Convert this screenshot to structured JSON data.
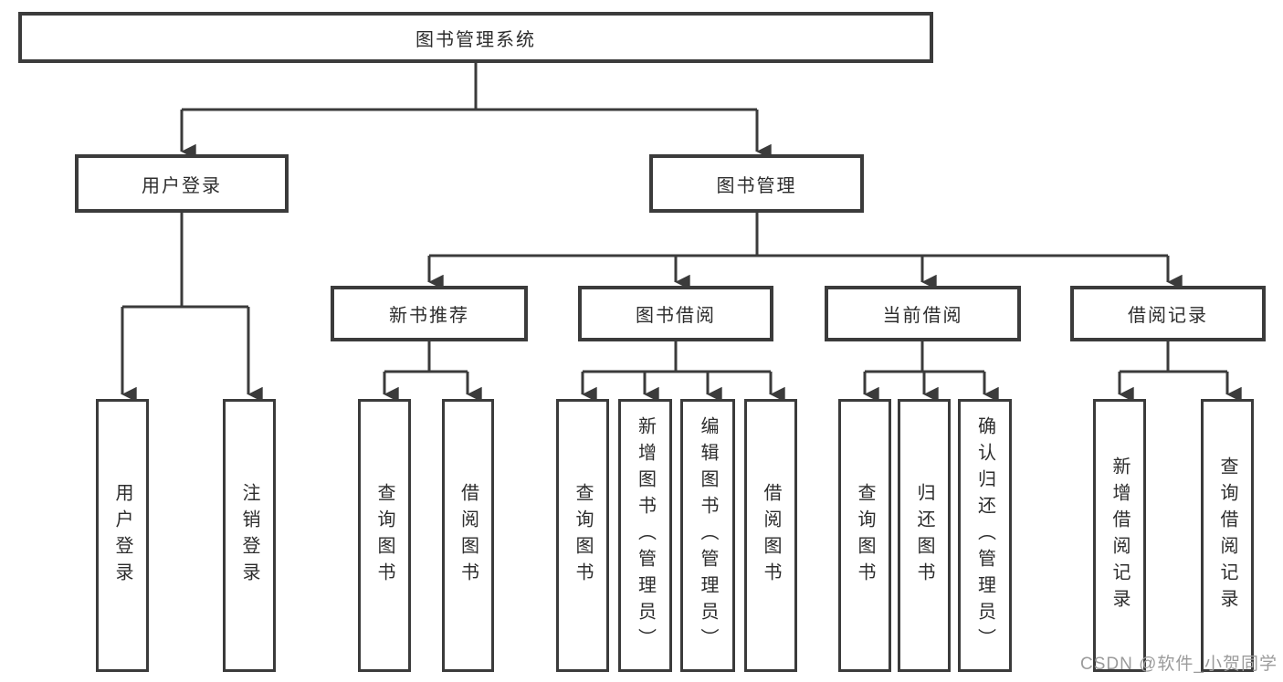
{
  "diagram": {
    "root": {
      "label": "图书管理系统"
    },
    "level2": [
      {
        "label": "用户登录"
      },
      {
        "label": "图书管理"
      }
    ],
    "level3": [
      {
        "label": "新书推荐"
      },
      {
        "label": "图书借阅"
      },
      {
        "label": "当前借阅"
      },
      {
        "label": "借阅记录"
      }
    ],
    "leaves": [
      {
        "label": "用户登录"
      },
      {
        "label": "注销登录"
      },
      {
        "label": "查询图书"
      },
      {
        "label": "借阅图书"
      },
      {
        "label": "查询图书"
      },
      {
        "label": "新增图书（管理员）"
      },
      {
        "label": "编辑图书（管理员）"
      },
      {
        "label": "借阅图书"
      },
      {
        "label": "查询图书"
      },
      {
        "label": "归还图书"
      },
      {
        "label": "确认归还（管理员）"
      },
      {
        "label": "新增借阅记录"
      },
      {
        "label": "查询借阅记录"
      }
    ]
  },
  "watermark": {
    "text": "CSDN @软件_小贺同学"
  },
  "colors": {
    "line": "#3b3b3b",
    "box_border": "#3b3b3b",
    "text": "#2d2d2d",
    "watermark": "#9b9b9b",
    "background": "#ffffff"
  }
}
